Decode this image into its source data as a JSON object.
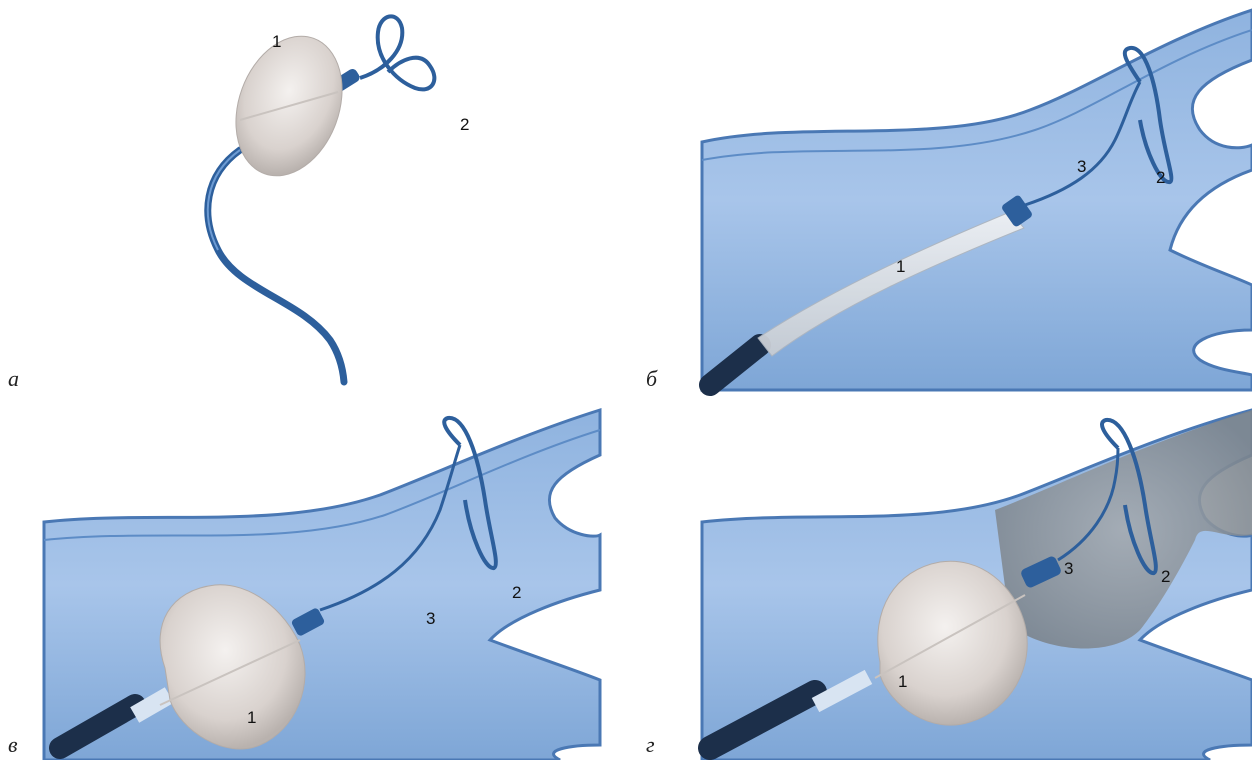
{
  "panels": [
    {
      "letter": "а",
      "labels": {
        "balloon": "1",
        "loop": "2"
      }
    },
    {
      "letter": "б",
      "labels": {
        "balloon": "1",
        "loop": "2",
        "wire": "3"
      }
    },
    {
      "letter": "в",
      "labels": {
        "balloon": "1",
        "loop": "2",
        "wire": "3"
      }
    },
    {
      "letter": "г",
      "labels": {
        "balloon": "1",
        "loop": "2",
        "wire": "3"
      }
    }
  ],
  "colors": {
    "vessel_fill": "#7ea8d8",
    "vessel_light": "#a9c6ea",
    "vessel_wall": "#4a78b4",
    "catheter": "#2d5f9c",
    "catheter_dark": "#1c2f4a",
    "balloon": "#ddd6d2",
    "occlusion": "#8c949c"
  }
}
